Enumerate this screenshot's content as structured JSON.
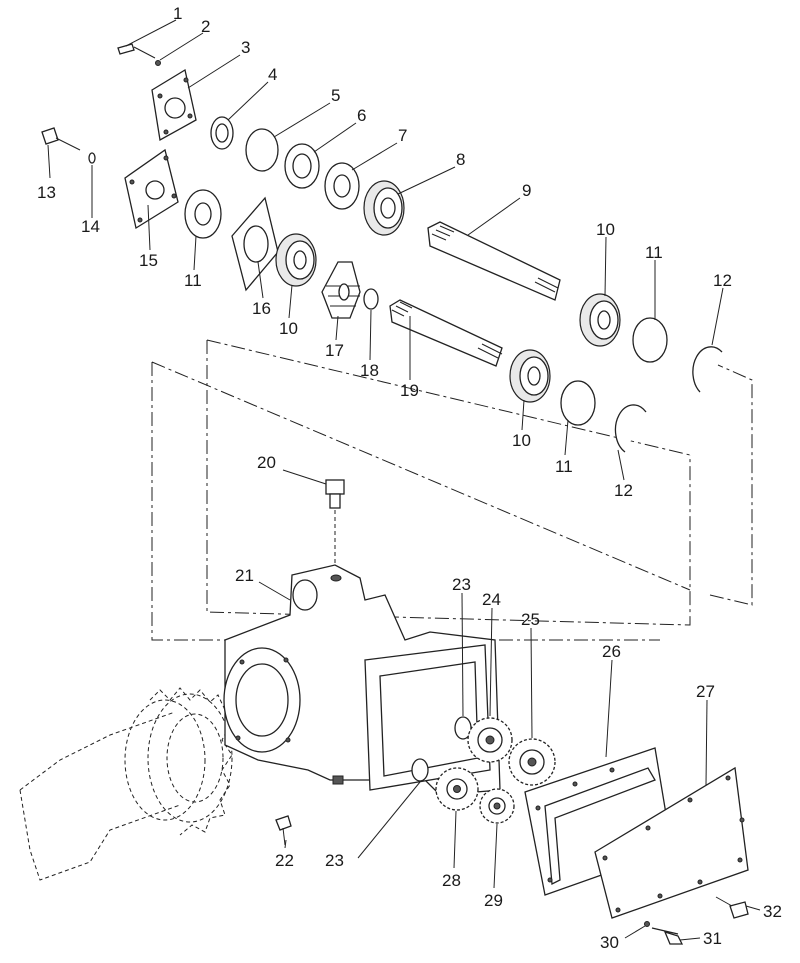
{
  "callouts": [
    {
      "id": "c1",
      "text": "1"
    },
    {
      "id": "c2",
      "text": "2"
    },
    {
      "id": "c3",
      "text": "3"
    },
    {
      "id": "c4",
      "text": "4"
    },
    {
      "id": "c5",
      "text": "5"
    },
    {
      "id": "c6",
      "text": "6"
    },
    {
      "id": "c7",
      "text": "7"
    },
    {
      "id": "c8",
      "text": "8"
    },
    {
      "id": "c9",
      "text": "9"
    },
    {
      "id": "c10a",
      "text": "10"
    },
    {
      "id": "c11a",
      "text": "11"
    },
    {
      "id": "c12a",
      "text": "12"
    },
    {
      "id": "c13",
      "text": "13"
    },
    {
      "id": "c14",
      "text": "14"
    },
    {
      "id": "c15",
      "text": "15"
    },
    {
      "id": "c11b",
      "text": "11"
    },
    {
      "id": "c16",
      "text": "16"
    },
    {
      "id": "c10b",
      "text": "10"
    },
    {
      "id": "c17",
      "text": "17"
    },
    {
      "id": "c18",
      "text": "18"
    },
    {
      "id": "c19",
      "text": "19"
    },
    {
      "id": "c10c",
      "text": "10"
    },
    {
      "id": "c11c",
      "text": "11"
    },
    {
      "id": "c12b",
      "text": "12"
    },
    {
      "id": "c20",
      "text": "20"
    },
    {
      "id": "c21",
      "text": "21"
    },
    {
      "id": "c23a",
      "text": "23"
    },
    {
      "id": "c24",
      "text": "24"
    },
    {
      "id": "c25",
      "text": "25"
    },
    {
      "id": "c26",
      "text": "26"
    },
    {
      "id": "c27",
      "text": "27"
    },
    {
      "id": "c22",
      "text": "22"
    },
    {
      "id": "c23b",
      "text": "23"
    },
    {
      "id": "c28",
      "text": "28"
    },
    {
      "id": "c29",
      "text": "29"
    },
    {
      "id": "c32",
      "text": "32"
    },
    {
      "id": "c30",
      "text": "30"
    },
    {
      "id": "c31",
      "text": "31"
    }
  ]
}
